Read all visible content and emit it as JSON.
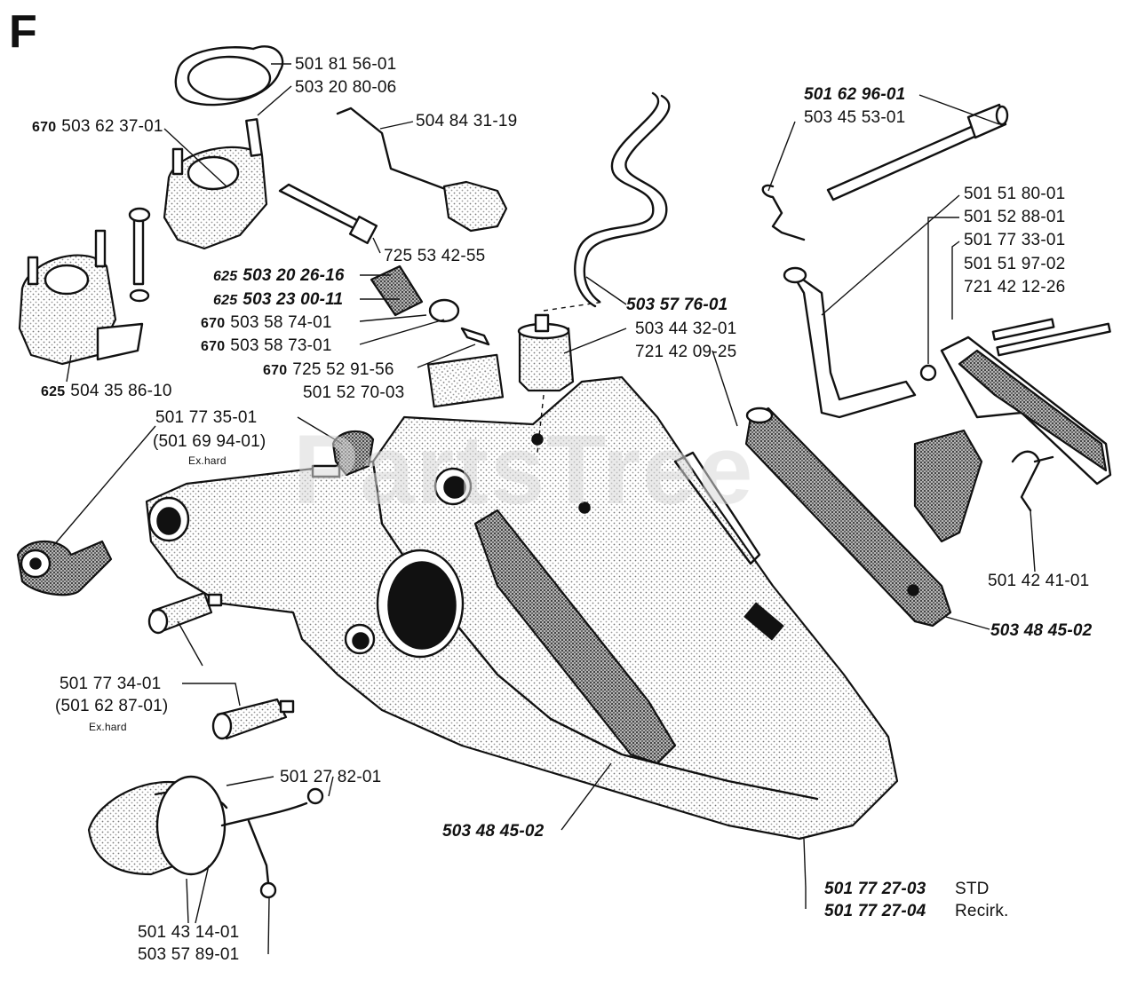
{
  "section": {
    "letter": "F"
  },
  "watermark": "PartsTree",
  "labels": {
    "gasket_top": "501 81 56-01",
    "gasket_bottom": "503 20 80-06",
    "intake_a_prefix": "670",
    "intake_a": "503 62 37-01",
    "rod": "504 84 31-19",
    "bolt": "725 53 42-55",
    "p_625a_prefix": "625",
    "p_625a": "503 20 26-16",
    "p_625b_prefix": "625",
    "p_625b": "503 23 00-11",
    "p_670a_prefix": "670",
    "p_670a": "503 58 74-01",
    "p_670b_prefix": "670",
    "p_670b": "503 58 73-01",
    "p_670c_prefix": "670",
    "p_670c": "725 52 91-56",
    "pad": "501 52 70-03",
    "intake_b_prefix": "625",
    "intake_b": "504 35 86-10",
    "hose": "503 57 76-01",
    "filter": "503 44 32-01",
    "filter_pin": "721 42 09-25",
    "damper_top": "501 77 35-01",
    "damper_top_alt": "(501 69 94-01)",
    "damper_top_note": "Ex.hard",
    "damper_bottom": "501 77 34-01",
    "damper_bottom_alt": "(501 62 87-01)",
    "damper_bottom_note": "Ex.hard",
    "cap_ring": "501 27 82-01",
    "cap_a": "501 43 14-01",
    "cap_b": "503 57 89-01",
    "housing_cover": "503 48 45-02",
    "tank_std": "501 77 27-03",
    "tank_std_note": "STD",
    "tank_recirk": "501 77 27-04",
    "tank_recirk_note": "Recirk.",
    "shaft": "501 62 96-01",
    "shaft_clip": "503 45 53-01",
    "trigger_1": "501 51 80-01",
    "trigger_2": "501 52 88-01",
    "trigger_3": "501 77 33-01",
    "trigger_4": "501 51 97-02",
    "trigger_5": "721 42 12-26",
    "spring": "501 42 41-01",
    "handle_cover": "503 48 45-02"
  }
}
